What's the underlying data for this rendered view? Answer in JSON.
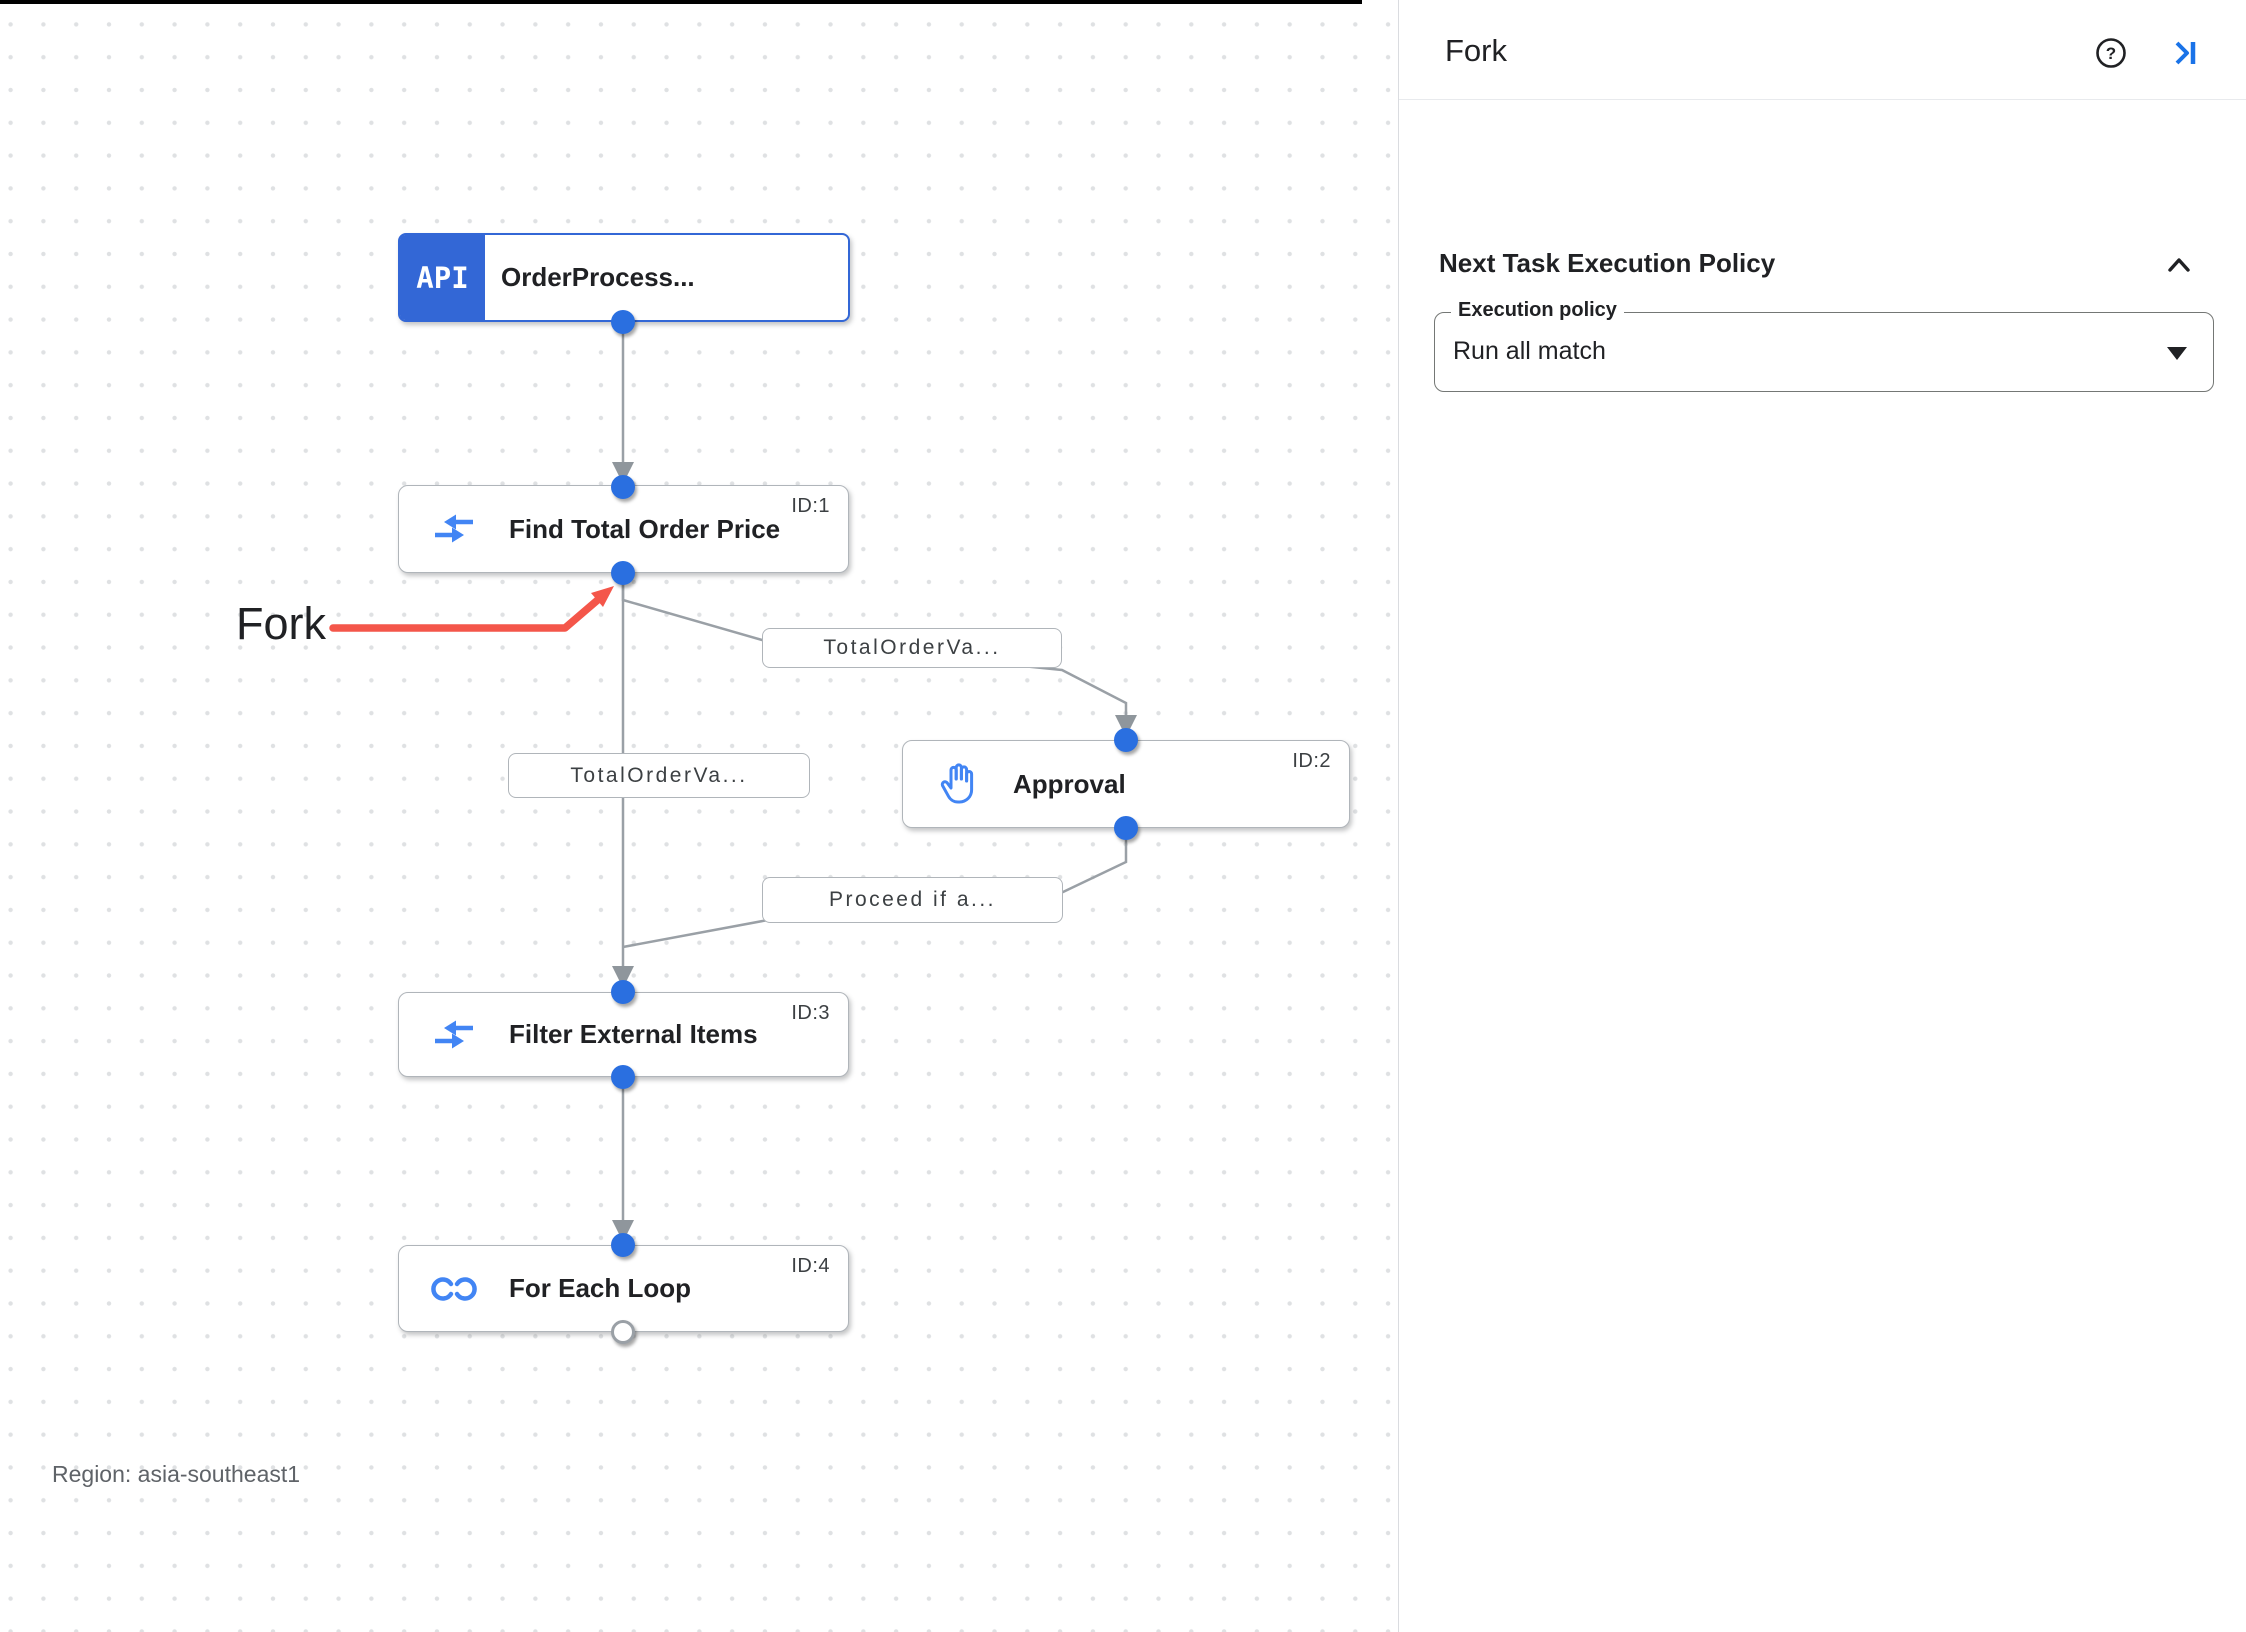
{
  "panel": {
    "title": "Fork",
    "icons": {
      "help": "help-circle",
      "collapse": "collapse-panel-right"
    },
    "section": {
      "title": "Next Task Execution Policy",
      "field_label": "Execution policy",
      "field_value": "Run all match"
    }
  },
  "canvas": {
    "region_label": "Region: asia-southeast1",
    "annotation": {
      "label": "Fork"
    },
    "trigger": {
      "badge": "API",
      "title": "OrderProcess..."
    },
    "tasks": [
      {
        "id_label": "ID:1",
        "title": "Find Total Order Price",
        "icon": "data-mapping"
      },
      {
        "id_label": "ID:2",
        "title": "Approval",
        "icon": "approval-hand"
      },
      {
        "id_label": "ID:3",
        "title": "Filter External Items",
        "icon": "data-mapping"
      },
      {
        "id_label": "ID:4",
        "title": "For Each Loop",
        "icon": "for-each-loop"
      }
    ],
    "edge_labels": [
      {
        "text": "TotalOrderVa..."
      },
      {
        "text": "TotalOrderVa..."
      },
      {
        "text": "Proceed if a..."
      }
    ],
    "colors": {
      "node_blue": "#3367d6",
      "dot_blue": "#2a6fe0",
      "icon_blue": "#4285f4",
      "edge_gray": "#9aa0a6",
      "annotation_red": "#f4564a",
      "panel_accent_blue": "#1a73e8"
    }
  }
}
